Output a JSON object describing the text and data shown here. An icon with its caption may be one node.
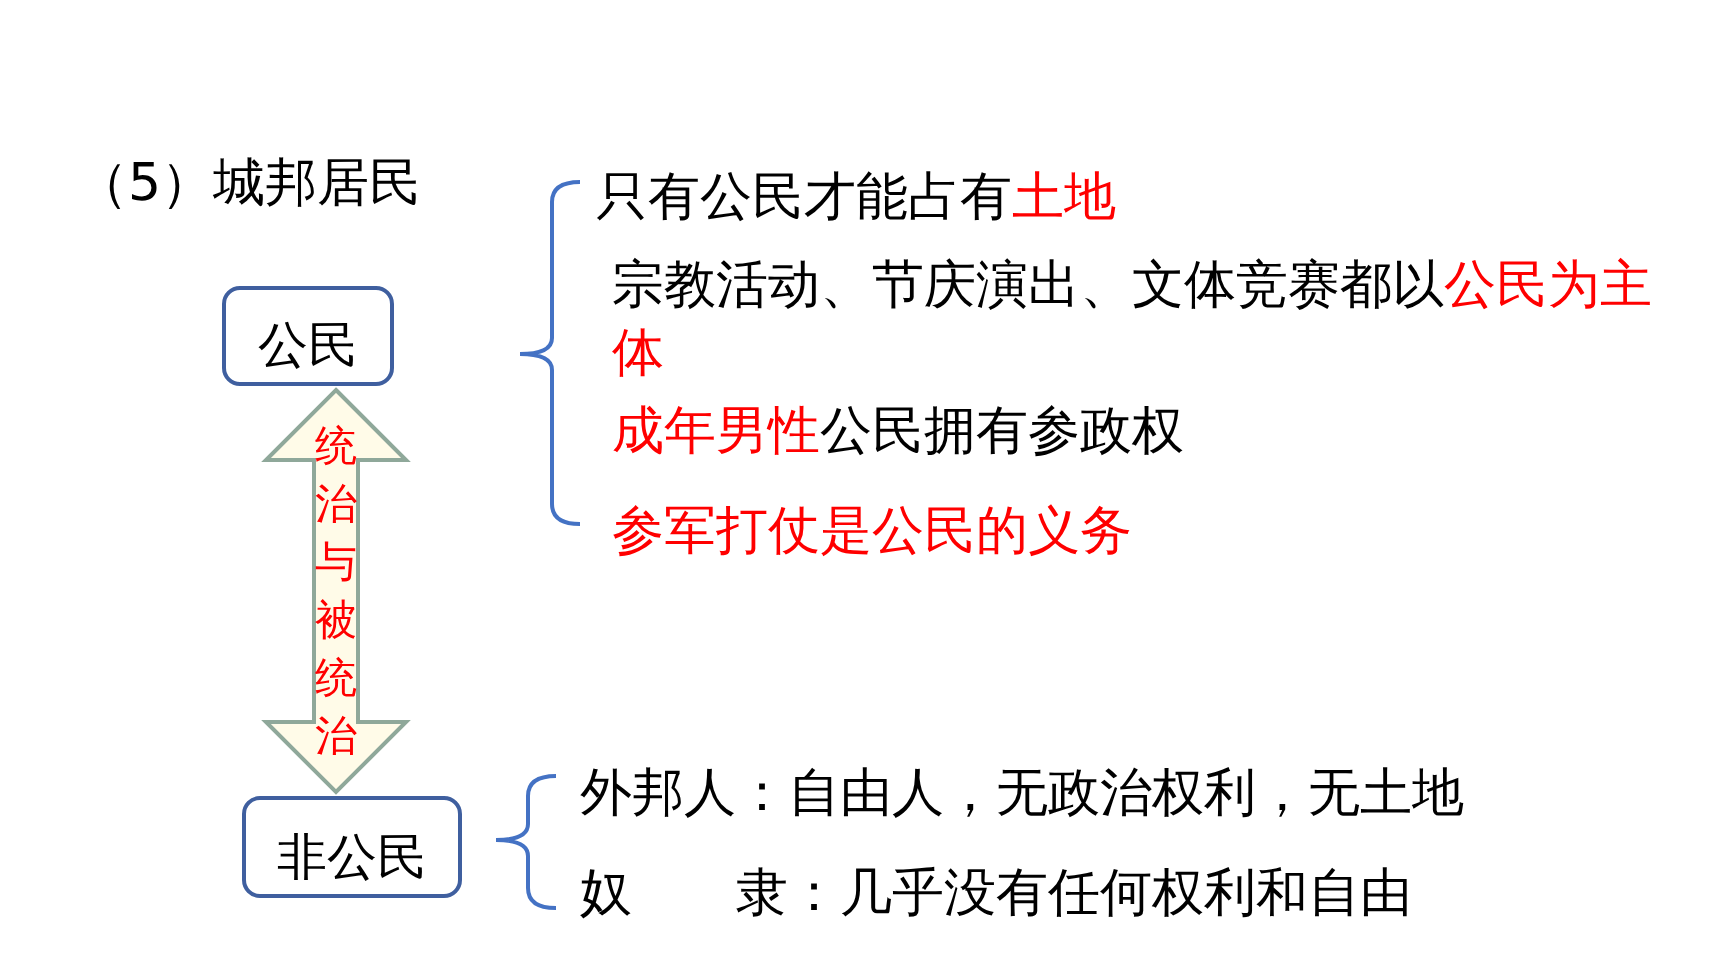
{
  "diagram": {
    "title": "（5）城邦居民",
    "nodes": [
      {
        "text": [
          "公民"
        ]
      },
      {
        "text": [
          "非公民"
        ]
      }
    ],
    "edges": [
      {
        "from": 0,
        "to": 1,
        "arrow": "both",
        "label": "统治与被统治"
      }
    ],
    "labels": [
      "只有公民才能占有**土地**",
      "宗教活动、节庆演出、文体竞赛都以**公民为主体**",
      "**成年男性**公民拥有参政权",
      "参军打仗是公民的义务",
      "外邦人：自由人，无政治权利，无土地",
      "奴　　隶：几乎没有任何权利和自由"
    ]
  }
}
